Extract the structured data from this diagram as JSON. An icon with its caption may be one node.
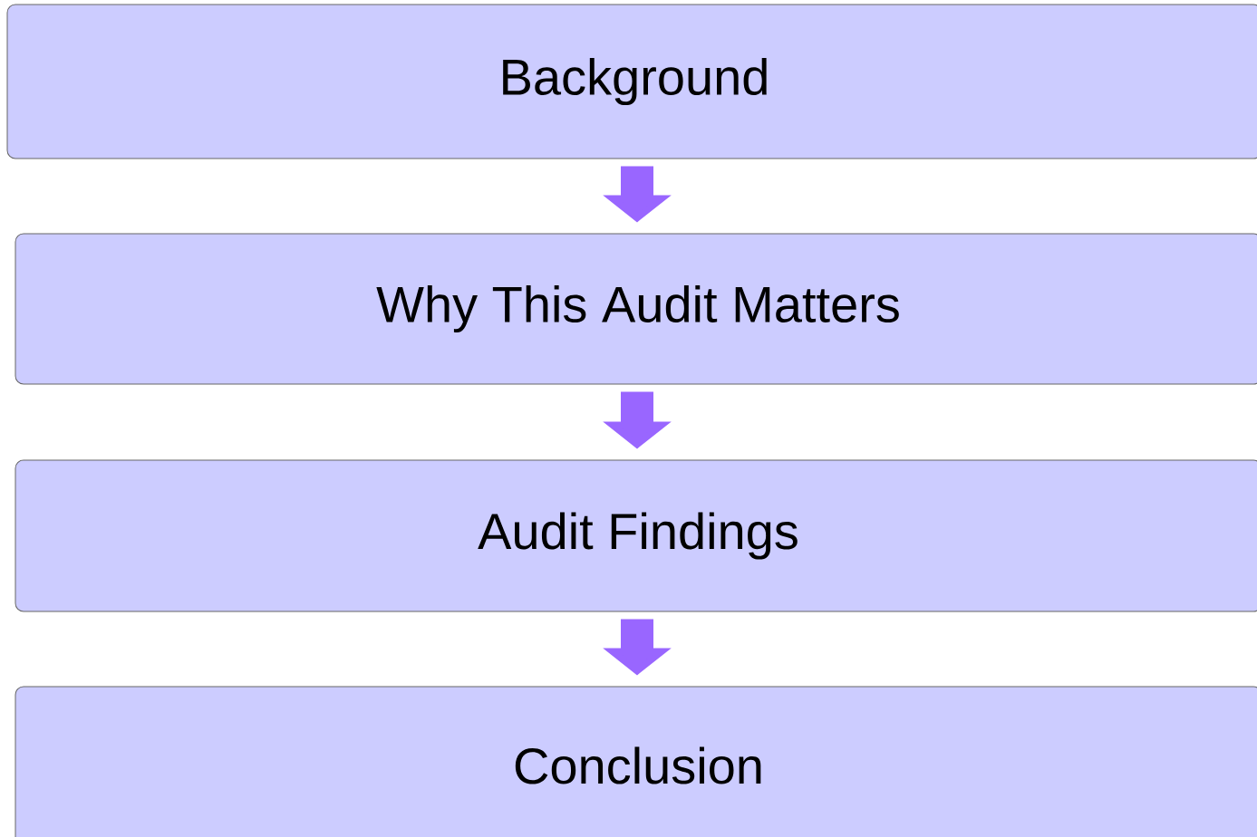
{
  "diagram": {
    "nodes": [
      {
        "text": [
          "Background"
        ]
      },
      {
        "text": [
          "Why This Audit Matters"
        ]
      },
      {
        "text": [
          "Audit Findings"
        ]
      },
      {
        "text": [
          "Conclusion"
        ]
      }
    ],
    "edges": [
      {
        "from": 0,
        "to": 1,
        "arrow": "to"
      },
      {
        "from": 1,
        "to": 2,
        "arrow": "to"
      },
      {
        "from": 2,
        "to": 3,
        "arrow": "to"
      }
    ]
  }
}
